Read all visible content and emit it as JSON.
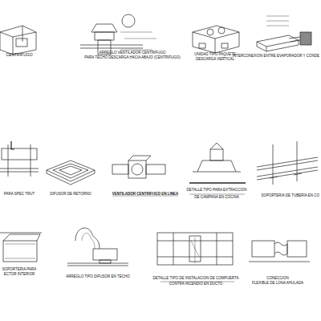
{
  "diagram": {
    "labels": [
      "CENTRIFUGO",
      "ARREGLO VENTILADOR CENTRIFUGO",
      "PARA TECHO DESCARGA HACIA ABAJO (CENTRIFUGO)",
      "UNIDAD TIPO PAQUETE",
      "DESCARGA VERTICAL",
      "INTERCONEXION ENTRE EVAPORADOR Y CONDE",
      "PARA SPEC TRUT",
      "DIFUSOR DE RETORNO",
      "VENTILADOR CENTRIFUGO EN LINEA",
      "DETALLE TIPO PARA EXTRACCION",
      "DE CAMPANA EN COCINA",
      "SOPORTERIA DE TUBERIA EN CO",
      "SOPORTERIA PARA",
      "ECTOR INTERIOR",
      "ARREGLO TIPO DIFUSOR EN TECHO",
      "DETALLE TIPO DE INSTALACION DE COMPUERTA",
      "CONTRA INCENDIO EN DUCTO",
      "CONECCION",
      "FLEXIBLE DE LONA AHULADA"
    ]
  }
}
